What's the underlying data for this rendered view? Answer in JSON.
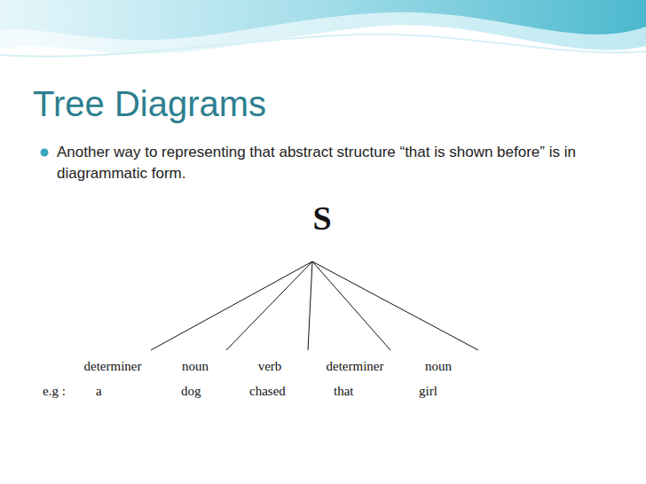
{
  "diagram": {
    "title": "Tree Diagrams",
    "nodes": [
      {
        "text": [
          "S"
        ]
      },
      {
        "text": [
          "determiner"
        ]
      },
      {
        "text": [
          "noun"
        ]
      },
      {
        "text": [
          "verb"
        ]
      },
      {
        "text": [
          "determiner"
        ]
      },
      {
        "text": [
          "noun"
        ]
      }
    ],
    "edges": [
      {
        "from": 0,
        "to": 1,
        "arrow": "none"
      },
      {
        "from": 0,
        "to": 2,
        "arrow": "none"
      },
      {
        "from": 0,
        "to": 3,
        "arrow": "none"
      },
      {
        "from": 0,
        "to": 4,
        "arrow": "none"
      },
      {
        "from": 0,
        "to": 5,
        "arrow": "none"
      }
    ],
    "labels": [
      "Another way to representing that abstract structure “that is shown before” is in diagrammatic form.",
      "e.g :",
      "a",
      "dog",
      "chased",
      "that",
      "girl"
    ]
  }
}
